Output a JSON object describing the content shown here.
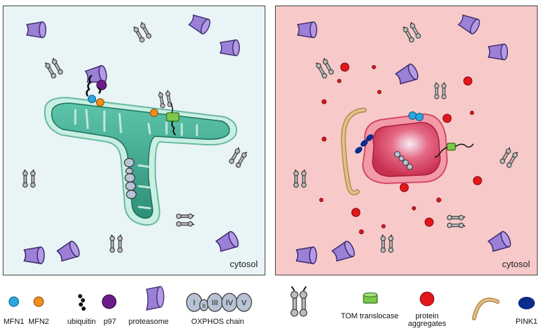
{
  "panels": {
    "left": {
      "region_label": "cytosol"
    },
    "right": {
      "region_label": "cytosol"
    }
  },
  "legend": {
    "mfn1": "MFN1",
    "mfn2": "MFN2",
    "ubiquitin": "ubiquitin",
    "p97": "p97",
    "proteasome": "proteasome",
    "oxphos": "OXPHOS chain",
    "oxphos_numerals": [
      "I",
      "II",
      "III",
      "IV",
      "V"
    ],
    "tom": "TOM translocase",
    "aggregates": "protein aggregates",
    "pink1": "PINK1"
  },
  "colors": {
    "left_background": "#e8f4f6",
    "right_background": "#f7c9c9",
    "mitochondrion_healthy": "#3fa58f",
    "mitochondrion_damaged": "#e0506a",
    "mfn1": "#2aa6e0",
    "mfn2": "#f28c1c",
    "p97": "#6a1b8a",
    "proteasome": "#9c7fd6",
    "tom": "#7bc94a",
    "aggregates": "#e3161c",
    "pink1": "#0b2b8a",
    "tether": "#d3a86a"
  }
}
